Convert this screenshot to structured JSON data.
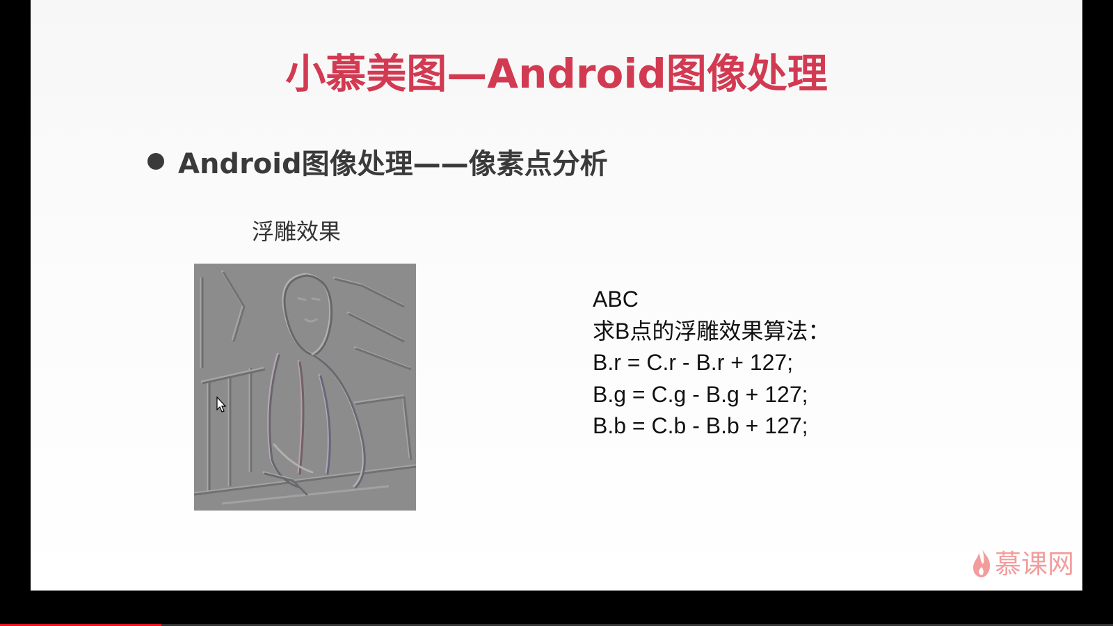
{
  "slide": {
    "title": "小慕美图—Android图像处理",
    "bullet": "Android图像处理——像素点分析",
    "image_caption": "浮雕效果",
    "formula_lines": [
      "ABC",
      "求B点的浮雕效果算法：",
      "B.r = C.r - B.r + 127;",
      "B.g = C.g - B.g + 127;",
      "B.b = C.b - B.b + 127;"
    ]
  },
  "watermark": {
    "text": "慕课网",
    "icon": "flame-icon"
  },
  "player": {
    "progress_fraction": 0.145
  },
  "colors": {
    "title": "#d23a52",
    "bullet_text": "#3a3a3a",
    "watermark": "#f08c8c",
    "progress": "#e8141e",
    "emboss_gray": "#8a8a8a"
  }
}
